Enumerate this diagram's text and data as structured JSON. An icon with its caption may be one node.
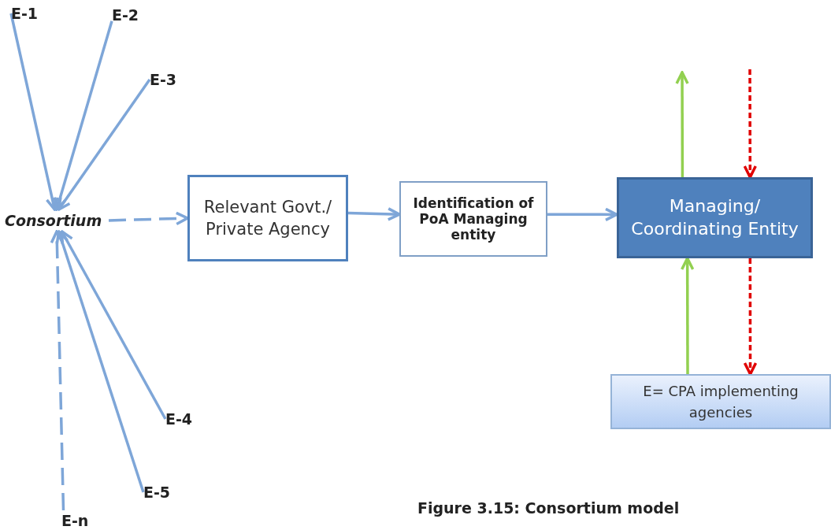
{
  "diagram": {
    "caption": "Figure 3.15: Consortium model",
    "nodes": [
      {
        "text": [
          "E-1"
        ]
      },
      {
        "text": [
          "E-2"
        ]
      },
      {
        "text": [
          "E-3"
        ]
      },
      {
        "text": [
          "Consortium"
        ]
      },
      {
        "text": [
          "E-4"
        ]
      },
      {
        "text": [
          "E-5"
        ]
      },
      {
        "text": [
          "E-n"
        ]
      },
      {
        "text": [
          "Relevant Govt./ Private Agency"
        ]
      },
      {
        "text": [
          "Identification of PoA Managing entity"
        ]
      },
      {
        "text": [
          "Managing/ Coordinating Entity"
        ]
      },
      {
        "text": [
          "E= CPA implementing agencies"
        ]
      }
    ],
    "edges": [
      {
        "from": 0,
        "to": 3,
        "arrow": "to"
      },
      {
        "from": 1,
        "to": 3,
        "arrow": "to"
      },
      {
        "from": 2,
        "to": 3,
        "arrow": "to"
      },
      {
        "from": 4,
        "to": 3,
        "arrow": "to"
      },
      {
        "from": 5,
        "to": 3,
        "arrow": "to"
      },
      {
        "from": 6,
        "to": 3,
        "arrow": "to",
        "style": "dashed"
      },
      {
        "from": 3,
        "to": 7,
        "arrow": "to",
        "style": "dashed"
      },
      {
        "from": 7,
        "to": 8,
        "arrow": "to"
      },
      {
        "from": 8,
        "to": 9,
        "arrow": "to"
      },
      {
        "from": 9,
        "to": null,
        "arrow": "to",
        "color": "#92d050"
      },
      {
        "from": null,
        "to": 9,
        "arrow": "to",
        "style": "dashed",
        "color": "#e00000"
      },
      {
        "from": 10,
        "to": 9,
        "arrow": "to",
        "color": "#92d050"
      },
      {
        "from": 9,
        "to": 10,
        "arrow": "to",
        "style": "dashed",
        "color": "#e00000"
      }
    ]
  }
}
